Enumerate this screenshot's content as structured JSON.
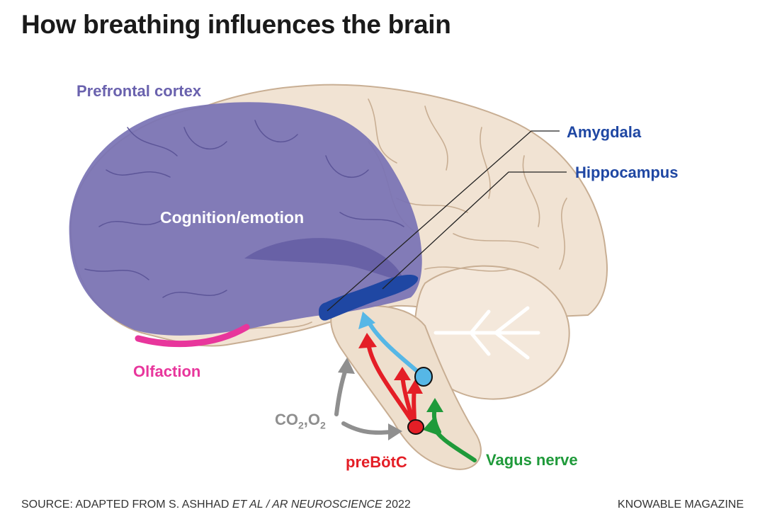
{
  "title": "How breathing influences the brain",
  "labels": {
    "prefrontal_cortex": "Prefrontal cortex",
    "cognition": "Cognition/emotion",
    "amygdala": "Amygdala",
    "hippocampus": "Hippocampus",
    "olfaction": "Olfaction",
    "prebotc": "preBötC",
    "vagus": "Vagus nerve",
    "gases": {
      "co": "CO",
      "sub_a": "2",
      "sep": ",O",
      "sub_b": "2"
    }
  },
  "footer": {
    "source_prefix": "SOURCE: ADAPTED FROM S. ASHHAD ",
    "source_italic": "ET AL / AR NEUROSCIENCE",
    "source_year": " 2022",
    "brand": "KNOWABLE MAGAZINE"
  },
  "colors": {
    "brain_fill": "#f1e3d3",
    "brain_stroke": "#c8ae93",
    "prefrontal": "#7a73b5",
    "prefrontal_label": "#6a62ae",
    "hippocampus": "#1f47a3",
    "olfaction": "#e8369c",
    "prebotc": "#e41e26",
    "vagus": "#1f9a3a",
    "gas_arrow": "#8f8f8f",
    "amygdala_path": "#56b7e6"
  }
}
